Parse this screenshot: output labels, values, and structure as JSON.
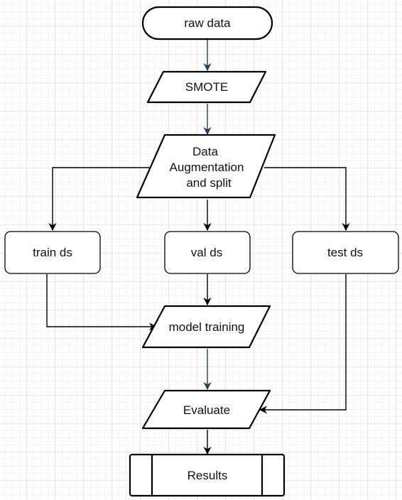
{
  "diagram": {
    "nodes": {
      "raw_data": "raw data",
      "smote": "SMOTE",
      "augmentation": [
        "Data",
        "Augmentation",
        "and split"
      ],
      "train_ds": "train ds",
      "val_ds": "val ds",
      "test_ds": "test ds",
      "model_training": "model training",
      "evaluate": "Evaluate",
      "results": "Results"
    },
    "colors": {
      "edge_primary": "#1f3f6e",
      "edge_default": "#000000",
      "grid": "#e4e4e4"
    }
  }
}
